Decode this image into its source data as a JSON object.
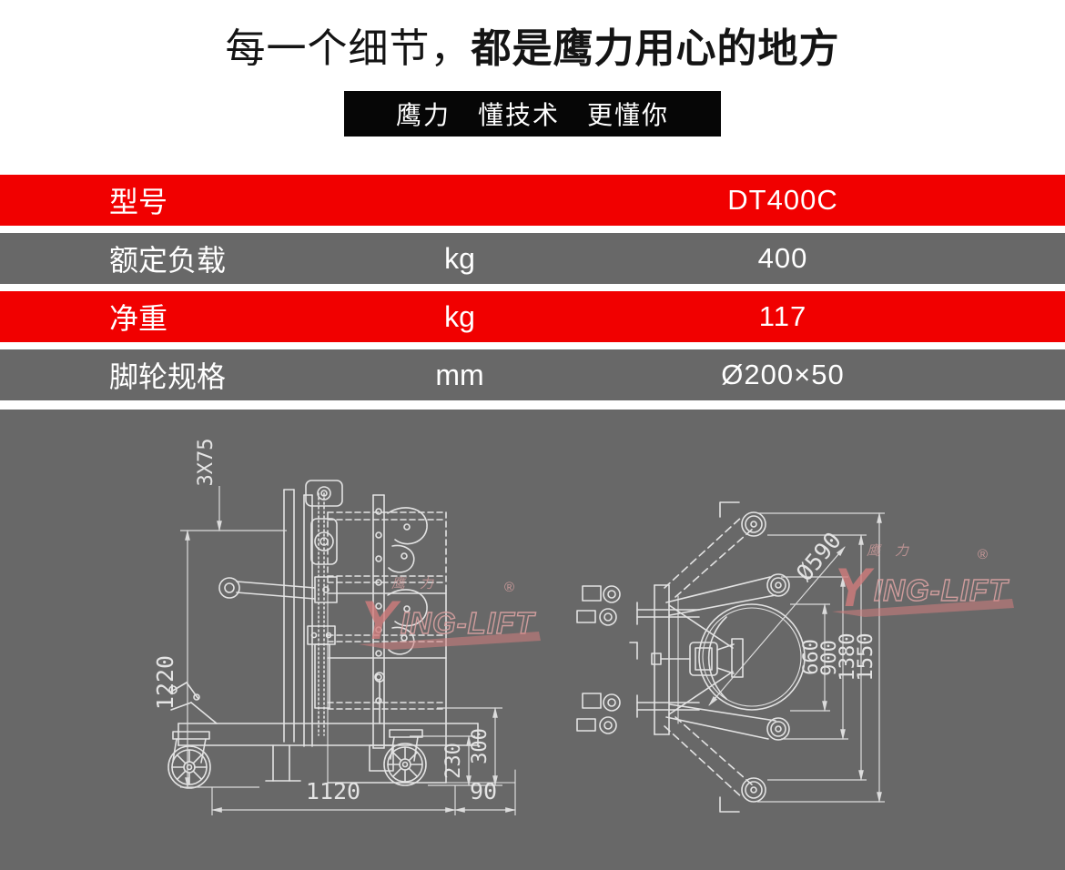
{
  "page": {
    "background": "#ffffff"
  },
  "header": {
    "title_light": "每一个细节，",
    "title_bold": "都是鹰力用心的地方",
    "banner": "鹰力　懂技术　更懂你"
  },
  "spec_table": {
    "colors": {
      "highlight_row": "#f10000",
      "normal_row": "#686868",
      "text": "#ffffff"
    },
    "rows": [
      {
        "label": "型号",
        "unit": "",
        "value": "DT400C",
        "highlight": true
      },
      {
        "label": "额定负载",
        "unit": "kg",
        "value": "400",
        "highlight": false
      },
      {
        "label": "净重",
        "unit": "kg",
        "value": "117",
        "highlight": true
      },
      {
        "label": "脚轮规格",
        "unit": "mm",
        "value": "Ø200×50",
        "highlight": false
      }
    ]
  },
  "drawing": {
    "background": "#686868",
    "line_color": "#e3e3e3",
    "watermark": {
      "brand_initial": "Y",
      "brand_rest": "ING-LIFT",
      "registered": "®",
      "cn_mark": "鹰力",
      "color": "#dca3a3"
    },
    "side_view": {
      "dims": {
        "chain_pitch": "3X75",
        "overall_height": "1220",
        "axle_height": "230",
        "platform_height": "300",
        "overall_length": "1120",
        "side_offset": "90"
      }
    },
    "top_view": {
      "dims": {
        "drum_diameter": "Ø590",
        "inner_width": "660",
        "mid_width": "900",
        "outer_width": "1380",
        "overall_width": "1550"
      }
    }
  }
}
